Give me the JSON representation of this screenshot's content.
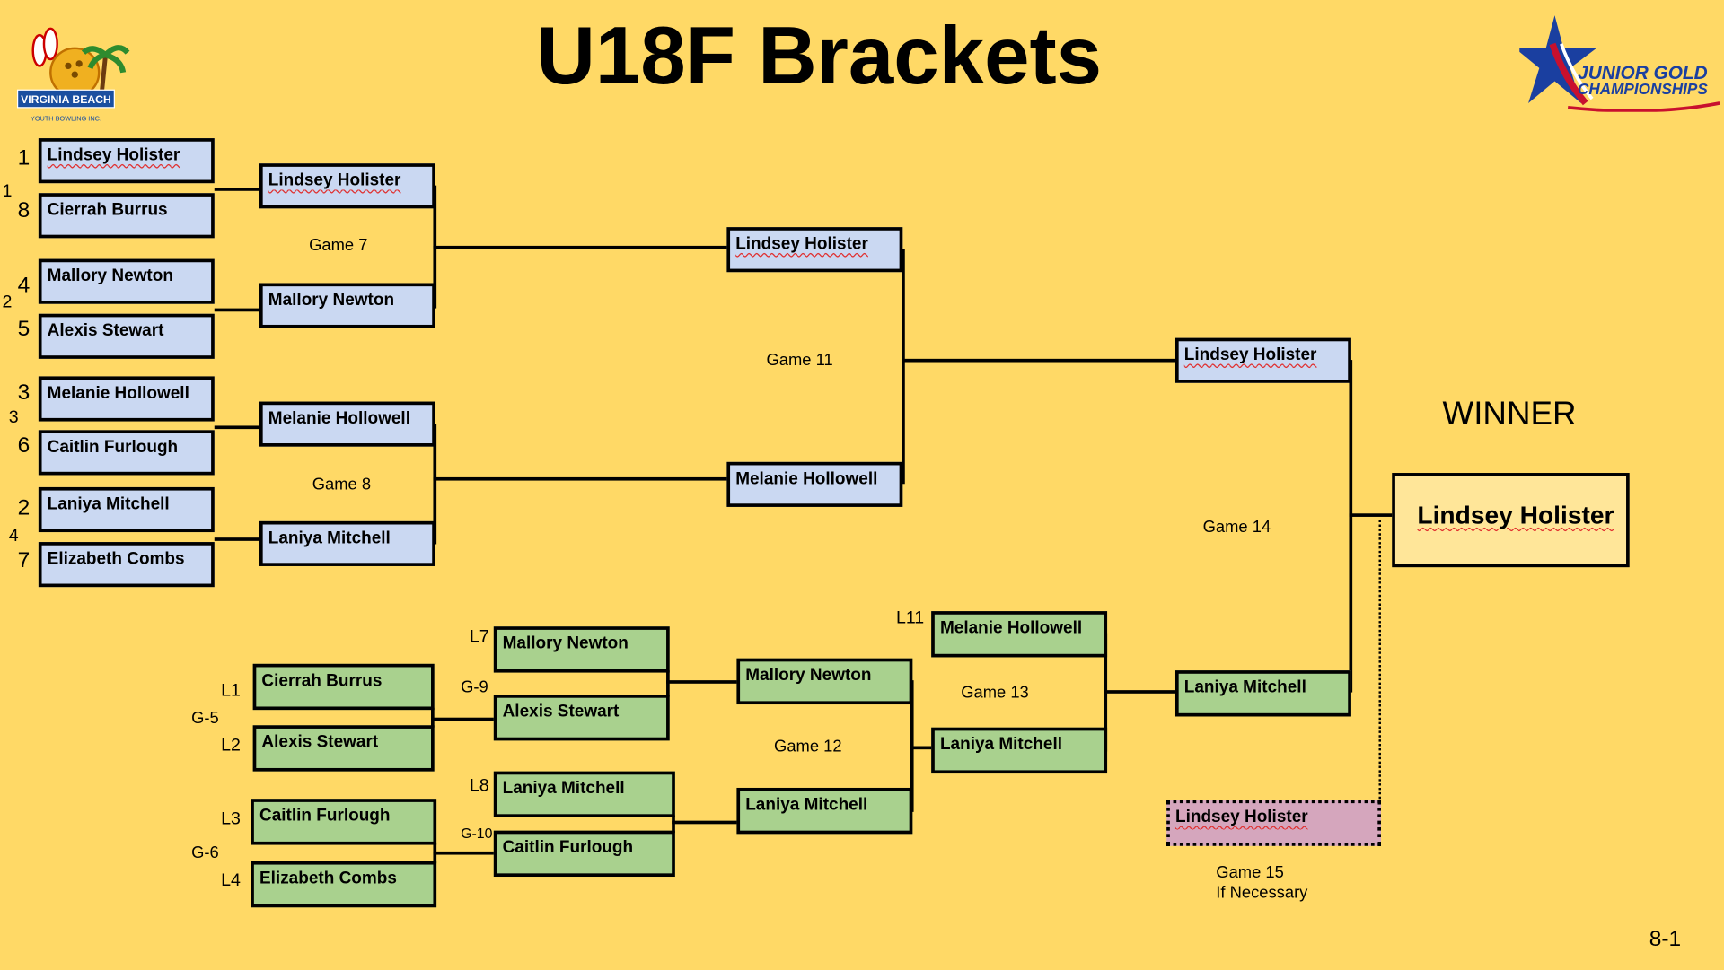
{
  "title": "U18F Brackets",
  "logos": {
    "left_text_1": "VIRGINIA BEACH",
    "left_text_2": "YOUTH BOWLING INC.",
    "right_text_1": "JUNIOR GOLD",
    "right_text_2": "CHAMPIONSHIPS"
  },
  "seeds": {
    "s1": "1",
    "s8": "8",
    "s4": "4",
    "s5": "5",
    "s3": "3",
    "s6": "6",
    "s2": "2",
    "s7": "7",
    "m1": "1",
    "m2": "2",
    "m3": "3",
    "m4": "4"
  },
  "round1": {
    "r1": "Lindsey Holister",
    "r2": "Cierrah Burrus",
    "r3": "Mallory Newton",
    "r4": "Alexis Stewart",
    "r5": "Melanie Hollowell",
    "r6": "Caitlin Furlough",
    "r7": "Laniya Mitchell",
    "r8": "Elizabeth Combs"
  },
  "round2": {
    "q1": "Lindsey Holister",
    "q2": "Mallory Newton",
    "q3": "Melanie Hollowell",
    "q4": "Laniya Mitchell"
  },
  "semis": {
    "s1": "Lindsey Holister",
    "s2": "Melanie Hollowell"
  },
  "final_upper": "Lindsey Holister",
  "winner_label": "WINNER",
  "winner_name": "Lindsey Holister",
  "games": {
    "g7": "Game 7",
    "g8": "Game 8",
    "g11": "Game 11",
    "g12": "Game 12",
    "g13": "Game 13",
    "g14": "Game 14",
    "g15a": "Game 15",
    "g15b": "If Necessary"
  },
  "losers": {
    "l1_tag": "L1",
    "l2_tag": "L2",
    "l3_tag": "L3",
    "l4_tag": "L4",
    "g5_tag": "G-5",
    "g6_tag": "G-6",
    "l1": "Cierrah Burrus",
    "l2": "Alexis Stewart",
    "l3": "Caitlin Furlough",
    "l4": "Elizabeth Combs",
    "l7_tag": "L7",
    "g9_tag": "G-9",
    "l8_tag": "L8",
    "g10_tag": "G-10",
    "l7": "Mallory Newton",
    "g9": "Alexis Stewart",
    "l8": "Laniya Mitchell",
    "g10": "Caitlin Furlough",
    "g12_top": "Mallory Newton",
    "g12_bot": "Laniya Mitchell",
    "l11_tag": "L11",
    "l11": "Melanie Hollowell",
    "g13_bot": "Laniya Mitchell",
    "g14_lower": "Laniya Mitchell",
    "g15": "Lindsey Holister"
  },
  "page_number": "8-1"
}
